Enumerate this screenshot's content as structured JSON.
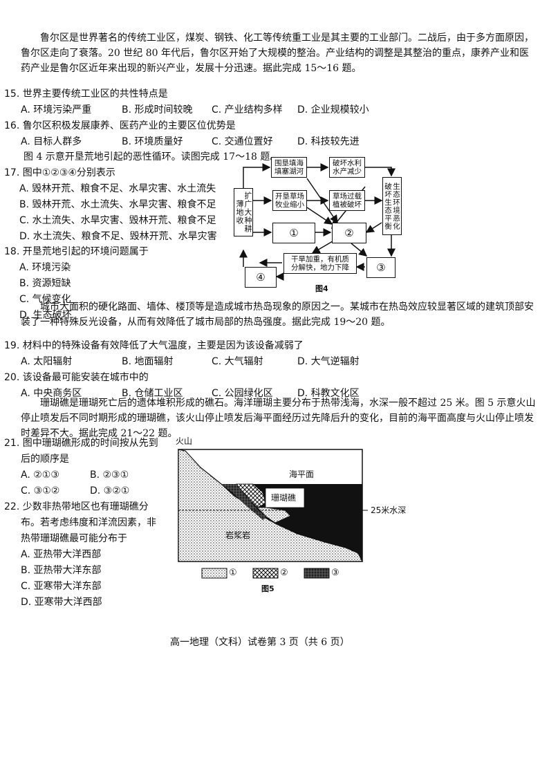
{
  "intro1": "鲁尔区是世界著名的传统工业区，煤炭、钢铁、化工等传统重工业是其主要的工业部门。二战后，由于多方面原因，鲁尔区走向了衰落。20 世纪 80 年代后，鲁尔区开始了大规模的整治。产业结构的调整是其整治的重点，康养产业和医药产业是鲁尔区近年来出现的新兴产业，发展十分迅速。据此完成 15～16 题。",
  "q15": {
    "stem": "15. 世界主要传统工业区的共性特点是",
    "A": "A. 环境污染严重",
    "B": "B. 形成时间较晚",
    "C": "C. 产业结构多样",
    "D": "D. 企业规模较小"
  },
  "q16": {
    "stem": "16. 鲁尔区积极发展康养、医药产业的主要区位优势是",
    "A": "A. 目标人群多",
    "B": "B. 环境质量好",
    "C": "C. 交通位置好",
    "D": "D. 科技较先进"
  },
  "intro2": "图 4 示意开垦荒地引起的恶性循环。读图完成 17～18 题。",
  "q17": {
    "stem": "17. 图中①②③④分别表示",
    "A": "A. 毁林开荒、粮食不足、水旱灾害、水土流失",
    "B": "B. 毁林开荒、水土流失、水旱灾害、粮食不足",
    "C": "C. 水土流失、水旱灾害、毁林开荒、粮食不足",
    "D": "D. 水土流失、粮食不足、毁林开荒、水旱灾害"
  },
  "q18": {
    "stem": "18. 开垦荒地引起的环境问题属于",
    "A": "A. 环境污染",
    "B": "B. 资源短缺",
    "C": "C. 气候变化",
    "D": "D. 生态破坏"
  },
  "fig4": {
    "b_wei": "围垦填海\n填塞湖河",
    "b_shui": "破坏水利\n水产减少",
    "b_kai": "开垦草场\n牧业缩小",
    "b_cao": "草场过载\n植被破坏",
    "b_kuo": "扩广大种耕薄地收",
    "b_po": "破坏生态平衡",
    "b_sheng": "生态环境恶化",
    "c1": "①",
    "c2": "②",
    "c3": "③",
    "c4": "④",
    "b_gan": "干旱加重，有机质\n分解快，地力下降",
    "caption": "图4"
  },
  "intro3": "城市大面积的硬化路面、墙体、楼顶等是造成城市热岛现象的原因之一。某城市在热岛效应较显著区域的建筑顶部安装了一种特殊反光设备，从而有效降低了城市局部的热岛强度。据此完成 19～20 题。",
  "q19": {
    "stem": "19. 材料中的特殊设备有效降低了大气温度，主要是因为该设备减弱了",
    "A": "A. 太阳辐射",
    "B": "B. 地面辐射",
    "C": "C. 大气辐射",
    "D": "D. 大气逆辐射"
  },
  "q20": {
    "stem": "20. 该设备最可能安装在城市中的",
    "A": "A. 中央商务区",
    "B": "B. 仓储工业区",
    "C": "C. 公园绿化区",
    "D": "D. 科教文化区"
  },
  "intro4": "珊瑚礁是珊瑚死亡后的遗体堆积形成的礁石。海洋珊瑚主要分布于热带浅海，水深一般不超过 25 米。图 5 示意火山停止喷发后不同时期形成的珊瑚礁，该火山停止喷发后海平面经历过先降后升的变化，目前的海平面高度与火山停止喷发时差异不大。据此完成 21～22 题。",
  "q21": {
    "stem1": "21. 图中珊瑚礁形成的时间按从先到",
    "stem2": "后的顺序是",
    "A": "A. ②①③",
    "B": "B. ②③①",
    "C": "C. ③①②",
    "D": "D. ③②①"
  },
  "q22": {
    "stem1": "22. 少数非热带地区也有珊瑚礁分",
    "stem2": "布。若考虑纬度和洋流因素，非",
    "stem3": "热带珊瑚礁最可能分布于",
    "A": "A. 亚热带大洋西部",
    "B": "B. 亚热带大洋东部",
    "C": "C. 亚寒带大洋东部",
    "D": "D. 亚寒带大洋西部"
  },
  "fig5": {
    "volcano": "火山",
    "sea_level": "海平面",
    "coral": "珊瑚礁",
    "depth": "25米水深",
    "magma": "岩浆岩",
    "l1": "①",
    "l2": "②",
    "l3": "③",
    "caption": "图5"
  },
  "footer": "高一地理（文科）试卷第 3 页（共 6 页）"
}
